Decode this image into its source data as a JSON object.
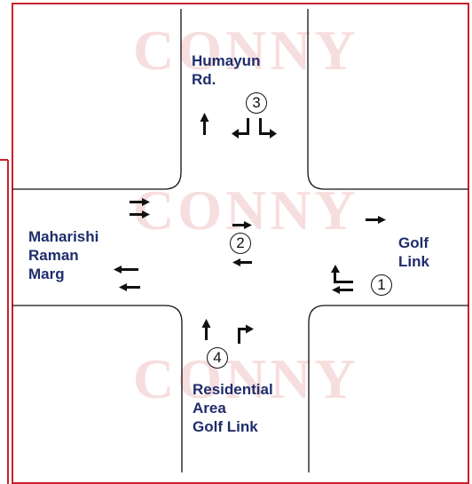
{
  "colors": {
    "frame_border": "#cc1f2c",
    "road_edge": "#111111",
    "label_text": "#1f2d6b",
    "arrow": "#111111",
    "watermark": "#f7dede"
  },
  "watermark_text": "CONNY",
  "labels": {
    "north": [
      "Humayun",
      "Rd."
    ],
    "west": [
      "Maharishi",
      "Raman",
      "Marg"
    ],
    "east": [
      "Golf",
      "Link"
    ],
    "south": [
      "Residential",
      "Area",
      "Golf Link"
    ]
  },
  "phases": {
    "p1": "1",
    "p2": "2",
    "p3": "3",
    "p4": "4"
  },
  "icons": {
    "arrow_straight": "straight-arrow-icon",
    "arrow_left": "left-turn-arrow-icon",
    "arrow_right": "right-turn-arrow-icon"
  }
}
